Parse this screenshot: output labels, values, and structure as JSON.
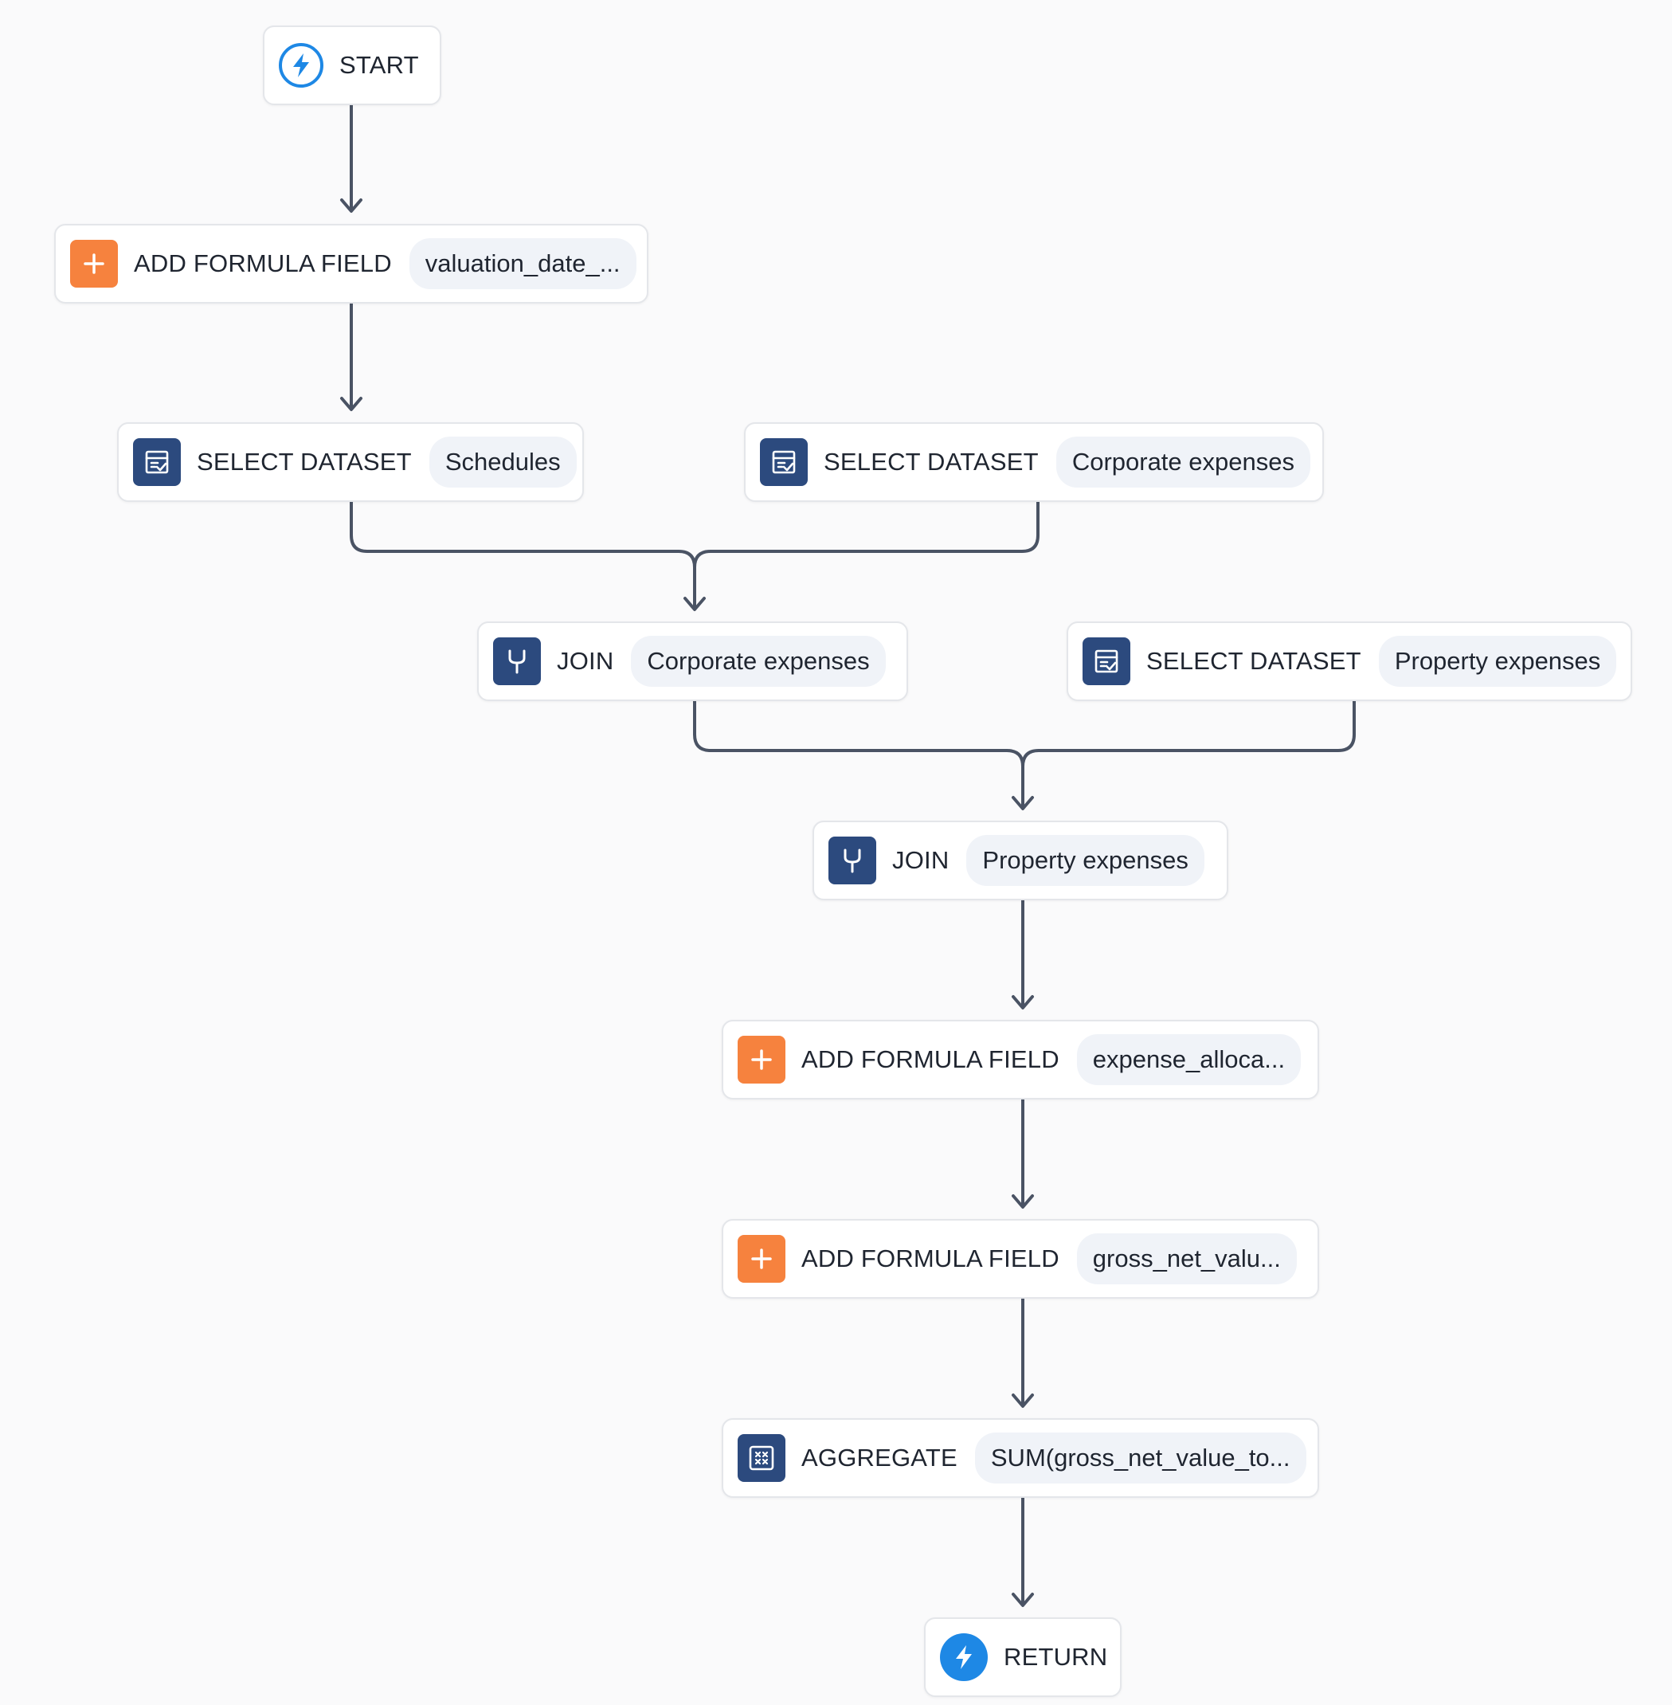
{
  "nodes": {
    "start": {
      "label": "START"
    },
    "add_formula_1": {
      "label": "ADD FORMULA FIELD",
      "value": "valuation_date_..."
    },
    "select_schedules": {
      "label": "SELECT DATASET",
      "value": "Schedules"
    },
    "select_corporate": {
      "label": "SELECT DATASET",
      "value": "Corporate expenses"
    },
    "join_corporate": {
      "label": "JOIN",
      "value": "Corporate expenses"
    },
    "select_property": {
      "label": "SELECT DATASET",
      "value": "Property expenses"
    },
    "join_property": {
      "label": "JOIN",
      "value": "Property expenses"
    },
    "add_formula_2": {
      "label": "ADD FORMULA FIELD",
      "value": "expense_alloca..."
    },
    "add_formula_3": {
      "label": "ADD FORMULA FIELD",
      "value": "gross_net_valu..."
    },
    "aggregate": {
      "label": "AGGREGATE",
      "value": "SUM(gross_net_value_to..."
    },
    "return": {
      "label": "RETURN"
    }
  },
  "colors": {
    "formula_icon": "#f6823e",
    "dataset_icon": "#2c4a7e",
    "trigger_icon": "#1e88e5",
    "edge": "#4a5364"
  }
}
